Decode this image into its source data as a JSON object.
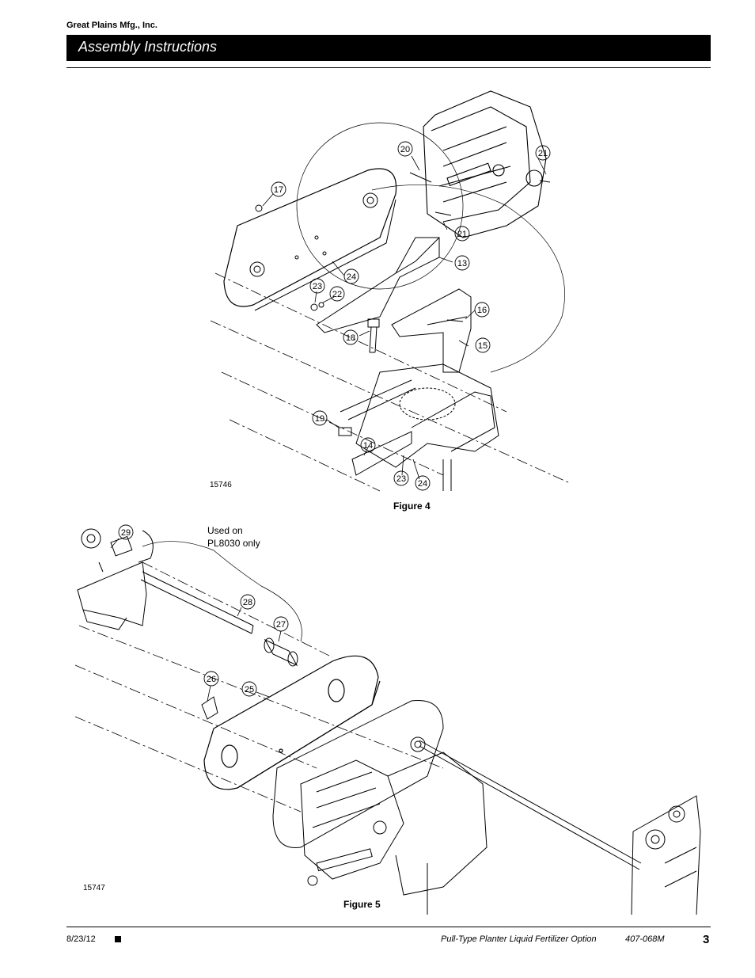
{
  "header": {
    "company": "Great Plains Mfg., Inc.",
    "section_title": "Assembly Instructions"
  },
  "figure4": {
    "caption": "Figure 4",
    "drawing_number": "15746",
    "callouts": [
      "20",
      "21",
      "17",
      "21",
      "13",
      "24",
      "23",
      "22",
      "16",
      "18",
      "15",
      "19",
      "14",
      "23",
      "24"
    ]
  },
  "figure5": {
    "caption": "Figure 5",
    "drawing_number": "15747",
    "note_line1": "Used on",
    "note_line2": "PL8030 only",
    "callouts": [
      "29",
      "28",
      "27",
      "26",
      "25"
    ]
  },
  "footer": {
    "date": "8/23/12",
    "doc_title": "Pull-Type Planter Liquid Fertilizer Option",
    "doc_number": "407-068M",
    "page": "3"
  }
}
